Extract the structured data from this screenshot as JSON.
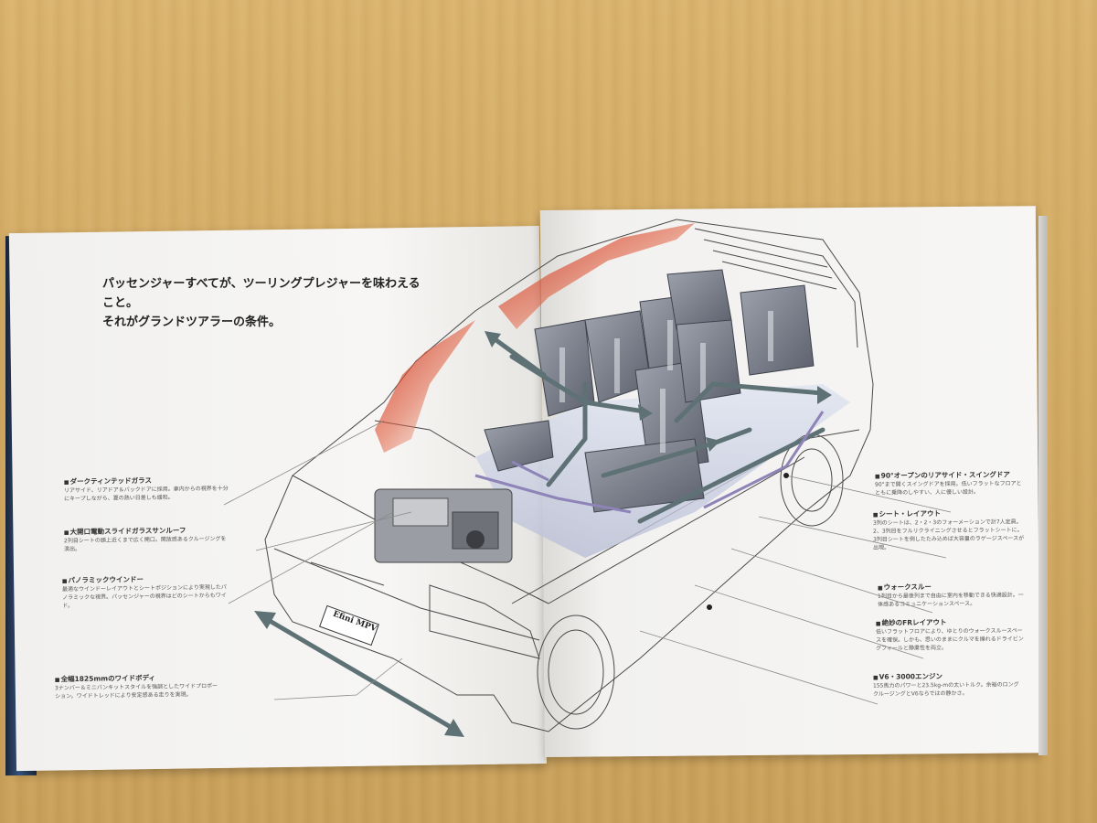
{
  "headline": {
    "line1": "パッセンジャーすべてが、ツーリングプレジャーを味わえること。",
    "line2": "それがグランドツアラーの条件。"
  },
  "car_badge": "Efini MPV",
  "callouts_left": [
    {
      "title": "ダークティンテッドガラス",
      "body": "リアサイド、リアドア＆バックドアに採用。車内からの視界を十分にキープしながら、夏の熱い日差しも緩和。"
    },
    {
      "title": "大開口電動スライドガラスサンルーフ",
      "body": "2列目シートの頭上近くまで広く開口。開放感あるクルージングを演出。"
    },
    {
      "title": "パノラミックウインドー",
      "body": "最適なウインドーレイアウトとシートポジションにより実現したパノラミックな視界。パッセンジャーの視界はどのシートからもワイド。"
    },
    {
      "title": "全幅1825mmのワイドボディ",
      "body": "3ナンバー＆ミニバンキットスタイルを強調としたワイドプロポーション。ワイドトレッドにより安定感ある走りを実現。"
    }
  ],
  "callouts_right": [
    {
      "title": "90°オープンのリアサイド・スイングドア",
      "body": "90°まで開くスイングドアを採用。低いフラットなフロアとともに乗降のしやすい、人に優しい設計。"
    },
    {
      "title": "シート・レイアウト",
      "body": "3列のシートは、2・2・3のフォーメーションで計7人定員。2、3列目をフルリクライニングさせるとフラットシートに。3列目シートを倒したたみ込めば大容量のラゲージスペースが出現。"
    },
    {
      "title": "ウォークスルー",
      "body": "1列目から最後列まで自由に室内を移動できる快適設計。一体感あるコミュニケーションスペース。"
    },
    {
      "title": "絶妙のFRレイアウト",
      "body": "低いフラットフロアにより、ゆとりのウォークスルースペースを確保。しかも、思いのままにクルマを操れるドライビングフィールと静粛性を両立。"
    },
    {
      "title": "V6・3000エンジン",
      "body": "155馬力のパワーと23.5kg-mの太いトルク。余裕のロングクルージングとV6ならではの静かさ。"
    }
  ],
  "colors": {
    "page": "#f6f5f3",
    "accent_red": "#c8281a",
    "arrow_gray": "#5e7275",
    "seat_gray": "#7b7f8a",
    "arrow_lilac": "#8e84b8"
  }
}
